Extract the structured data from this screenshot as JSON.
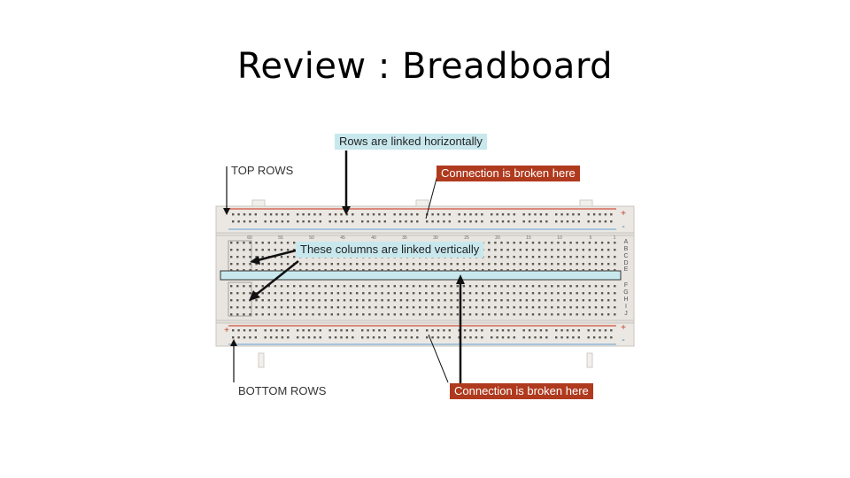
{
  "slide": {
    "title": "Review : Breadboard"
  },
  "diagram": {
    "labels": {
      "top_rows": "TOP ROWS",
      "bottom_rows": "BOTTOM ROWS",
      "rows_linked": "Rows are linked horizontally",
      "columns_linked": "These columns are linked vertically",
      "broken_top": "Connection is broken here",
      "broken_bottom": "Connection is broken here"
    },
    "board": {
      "row_letters_top": [
        "A",
        "B",
        "C",
        "D",
        "E"
      ],
      "row_letters_bottom": [
        "F",
        "G",
        "H",
        "I",
        "J"
      ],
      "rail_plus": "+",
      "rail_minus": "-",
      "column_numbers": [
        "60",
        "55",
        "50",
        "45",
        "40",
        "35",
        "30",
        "25",
        "20",
        "15",
        "10",
        "5",
        "1"
      ]
    },
    "colors": {
      "red_rail": "#d46a5a",
      "blue_rail": "#8fb7d8",
      "label_cyan": "#c8e8ee",
      "label_red": "#b03a1e"
    }
  }
}
